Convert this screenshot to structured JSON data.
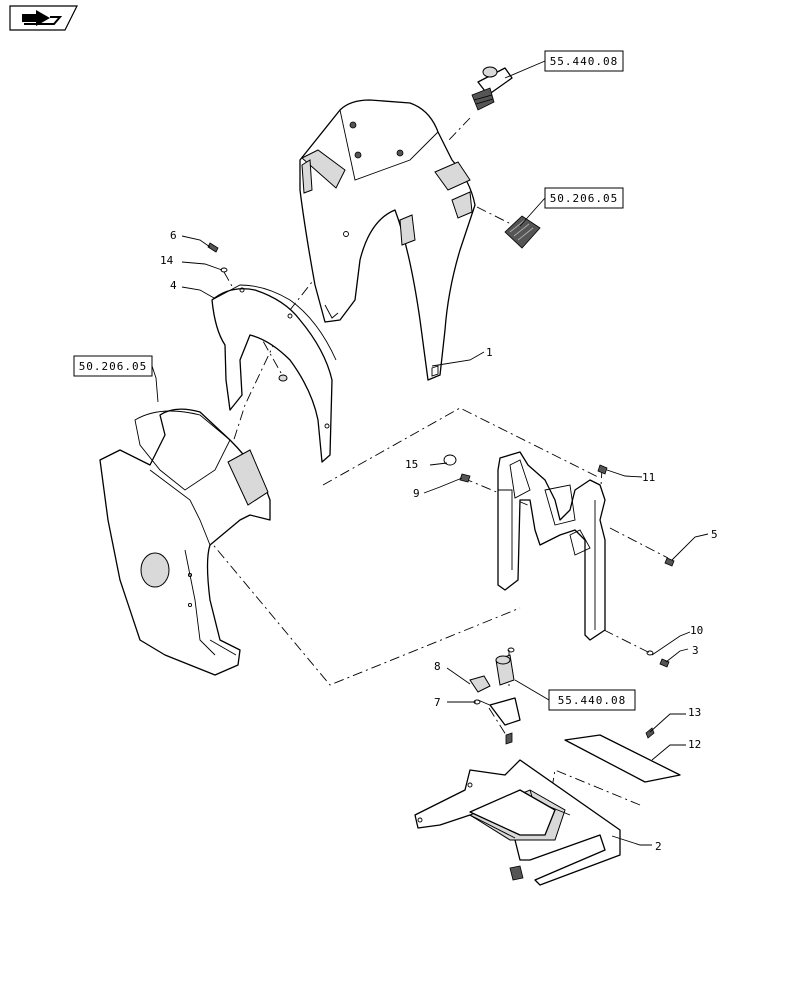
{
  "nav": {
    "icon": "return-arrow-icon"
  },
  "references": {
    "ref_top": "55.440.08",
    "ref_right": "50.206.05",
    "ref_left": "50.206.05",
    "ref_bottom": "55.440.08"
  },
  "callouts": {
    "c1": "1",
    "c2": "2",
    "c3": "3",
    "c4": "4",
    "c5": "5",
    "c6": "6",
    "c7": "7",
    "c8": "8",
    "c9": "9",
    "c10": "10",
    "c11": "11",
    "c12": "12",
    "c13": "13",
    "c14": "14",
    "c15": "15"
  }
}
